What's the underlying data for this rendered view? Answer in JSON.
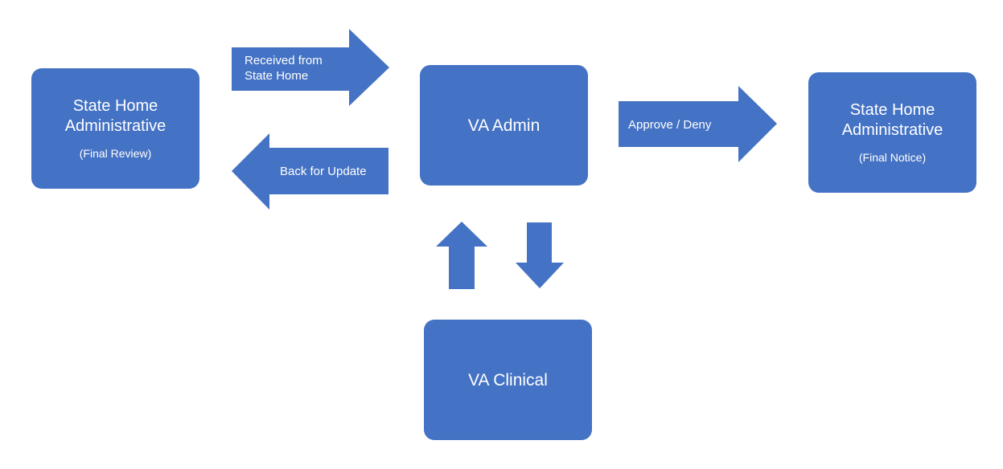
{
  "nodes": {
    "state_home_review": {
      "title_line1": "State Home",
      "title_line2": "Administrative",
      "subtitle": "(Final Review)"
    },
    "va_admin": {
      "title": "VA Admin"
    },
    "state_home_notice": {
      "title_line1": "State Home",
      "title_line2": "Administrative",
      "subtitle": "(Final Notice)"
    },
    "va_clinical": {
      "title": "VA Clinical"
    }
  },
  "arrows": {
    "received": {
      "line1": "Received from",
      "line2": "State Home"
    },
    "back": {
      "label": "Back for Update"
    },
    "approve": {
      "label": "Approve / Deny"
    }
  },
  "colors": {
    "shape_fill": "#4472C4",
    "text": "#FFFFFF",
    "background": "#FFFFFF"
  }
}
